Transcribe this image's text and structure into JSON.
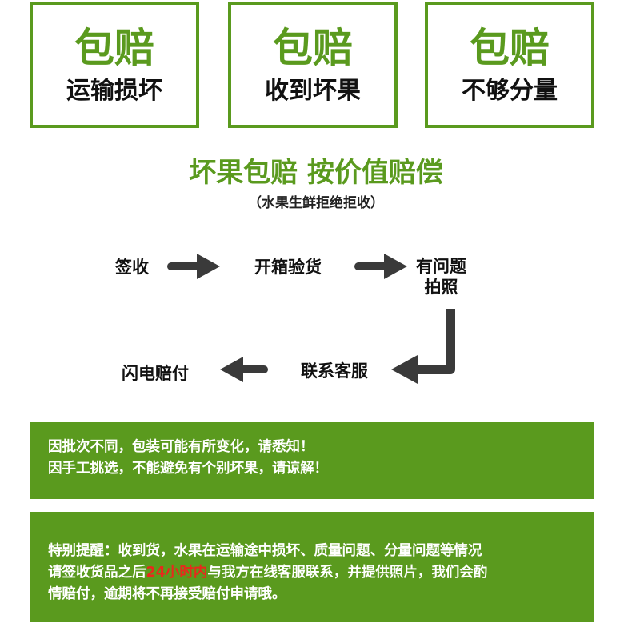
{
  "badges": [
    {
      "title": "包赔",
      "subtitle": "运输损坏"
    },
    {
      "title": "包赔",
      "subtitle": "收到坏果"
    },
    {
      "title": "包赔",
      "subtitle": "不够分量"
    }
  ],
  "headline": "坏果包赔 按价值赔偿",
  "subheadline": "（水果生鲜拒绝拒收）",
  "flow": {
    "step1": "签收",
    "step2": "开箱验货",
    "step3_line1": "有问题",
    "step3_line2": "拍照",
    "step4": "联系客服",
    "step5": "闪电赔付"
  },
  "notice1": {
    "line1": "因批次不同，包装可能有所变化，请悉知！",
    "line2": "因手工挑选，不能避免有个别坏果，请谅解！"
  },
  "notice2": {
    "line1": "特别提醒：收到货，水果在运输途中损坏、质量问题、分量问题等情况",
    "line2_before": "请签收货品之后",
    "line2_highlight": "24小时内",
    "line2_after": "与我方在线客服联系，并提供照片，我们会酌",
    "line3": "情赔付，逾期将不再接受赔付申请哦。"
  },
  "colors": {
    "brand_green": "#5a9a1e",
    "highlight_red": "#e8291c",
    "arrow": "#3a3a3a"
  }
}
